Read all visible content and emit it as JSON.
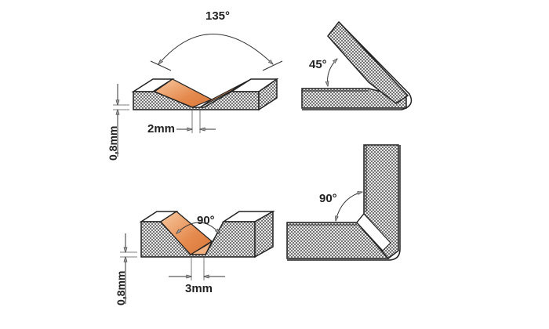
{
  "diagrams": [
    {
      "id": "v-groove-135",
      "angle_label": "135°",
      "width_label": "2mm",
      "depth_label": "0,8mm"
    },
    {
      "id": "folded-45",
      "angle_label": "45°"
    },
    {
      "id": "v-groove-90",
      "angle_label": "90°",
      "width_label": "3mm",
      "depth_label": "0,8mm"
    },
    {
      "id": "folded-90",
      "angle_label": "90°"
    }
  ],
  "colors": {
    "groove_fill": "#e8955a",
    "groove_light": "#f6c9a0",
    "outline": "#222222",
    "hatch": "#555555"
  }
}
